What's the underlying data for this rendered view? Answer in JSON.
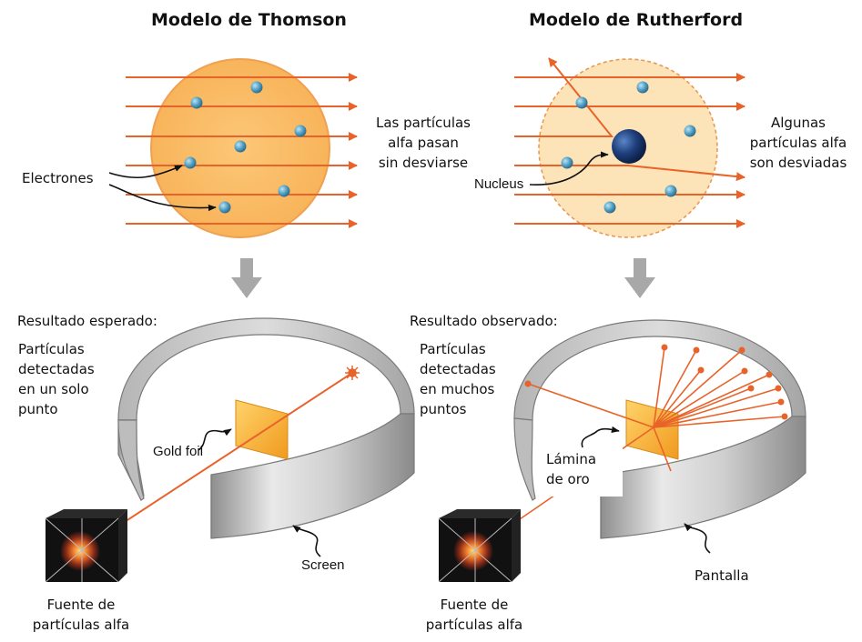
{
  "thomson": {
    "title": "Modelo de Thomson",
    "pass_text": [
      "Las partículas",
      "alfa pasan",
      "sin desviarse"
    ],
    "electrons_label": "Electrones",
    "expected_label": "Resultado esperado:",
    "detected_text": [
      "Partículas",
      "detectadas",
      "en un solo",
      "punto"
    ],
    "foil_label": "Gold foil",
    "screen_label": "Screen",
    "source_text": [
      "Fuente de",
      "partículas alfa"
    ]
  },
  "rutherford": {
    "title": "Modelo de Rutherford",
    "deflect_text": [
      "Algunas",
      "partículas alfa",
      "son desviadas"
    ],
    "nucleus_label": "Nucleus",
    "observed_label": "Resultado observado:",
    "detected_text": [
      "Partículas",
      "detectadas",
      "en muchos",
      "puntos"
    ],
    "foil_text": [
      "Lámina",
      "de oro"
    ],
    "screen_label": "Pantalla",
    "source_text": [
      "Fuente de",
      "partículas alfa"
    ]
  },
  "colors": {
    "arrow": "#e8632a",
    "thomson_sphere": "#fbbf6b",
    "rutherford_sphere": "#fde5bd",
    "electron": "#4b9bc0",
    "nucleus": "#1d3f7a",
    "foil": "#f5a623",
    "down_arrow": "#a8a8a8"
  }
}
